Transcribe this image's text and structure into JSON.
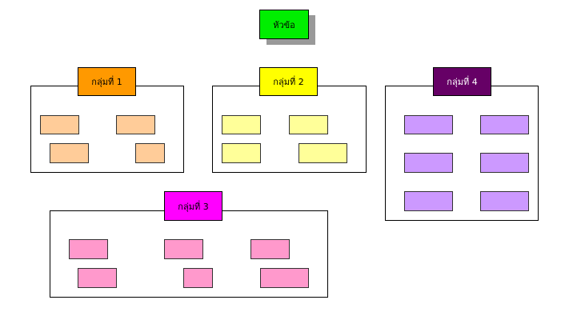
{
  "title": {
    "label": "หัวข้อ",
    "color": "#00ee00"
  },
  "groups": [
    {
      "label": "กลุ่มที่ 1",
      "header_color": "#ff9900",
      "text_color": "#000000",
      "item_color": "#ffcc99"
    },
    {
      "label": "กลุ่มที่ 2",
      "header_color": "#ffff00",
      "text_color": "#000000",
      "item_color": "#ffff99"
    },
    {
      "label": "กลุ่มที่ 4",
      "header_color": "#660066",
      "text_color": "#ffffff",
      "item_color": "#cc99ff"
    },
    {
      "label": "กลุ่มที่ 3",
      "header_color": "#ff00ff",
      "text_color": "#000000",
      "item_color": "#ff99cc"
    }
  ]
}
